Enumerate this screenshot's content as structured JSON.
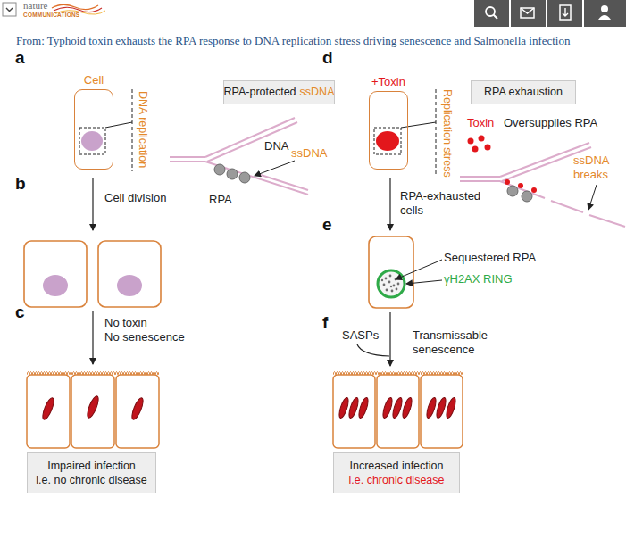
{
  "diagram": {
    "title": "From: Typhoid toxin exhausts the RPA response to DNA replication stress driving senescence and Salmonella infection",
    "nodes": [
      {
        "text": [
          "Cell"
        ]
      },
      {
        "text": [
          "RPA-protected",
          "ssDNA"
        ]
      },
      {
        "text": [
          "Impaired infection",
          "i.e. no chronic disease"
        ]
      },
      {
        "text": [
          "+Toxin"
        ]
      },
      {
        "text": [
          "RPA exhaustion"
        ]
      },
      {
        "text": [
          "Increased infection",
          "i.e. chronic disease"
        ]
      }
    ],
    "labels": [
      "nature",
      "COMMUNICATIONS",
      "a",
      "DNA replication",
      "DNA",
      "ssDNA",
      "RPA",
      "b",
      "Cell division",
      "c",
      "No toxin",
      "No senescence",
      "d",
      "Replication stress",
      "Toxin",
      "Oversupplies RPA",
      "ssDNA breaks",
      "e",
      "RPA-exhausted cells",
      "Sequestered RPA",
      "γH2AX RING",
      "f",
      "SASPs",
      "Transmissable senescence"
    ]
  }
}
